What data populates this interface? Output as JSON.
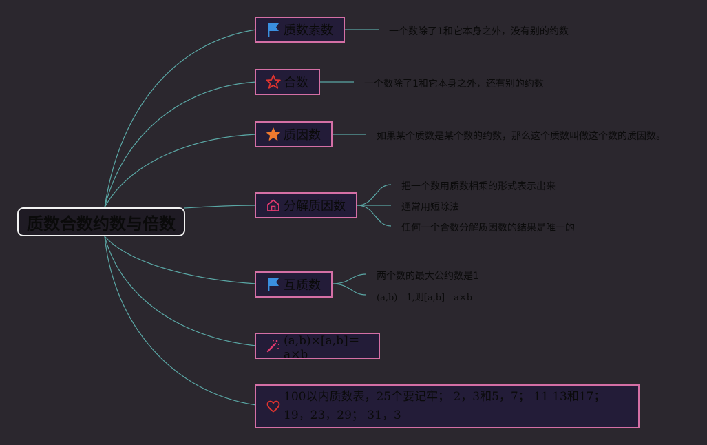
{
  "root": {
    "label": "质数合数约数与倍数"
  },
  "colors": {
    "link": "#5aa7a5",
    "border": "#d46fa5",
    "node_bg": "#231c38",
    "background": "#2b272e"
  },
  "nodes": [
    {
      "label": "质数素数",
      "icon": "flag-icon",
      "notes": [
        "一个数除了1和它本身之外，没有别的约数"
      ]
    },
    {
      "label": "合数",
      "icon": "star-outline-icon",
      "notes": [
        "一个数除了1和它本身之外，还有别的约数"
      ]
    },
    {
      "label": "质因数",
      "icon": "star-filled-icon",
      "notes": [
        "如果某个质数是某个数的约数，那么这个质数叫做这个数的质因数。"
      ]
    },
    {
      "label": "分解质因数",
      "icon": "house-icon",
      "notes": [
        "把一个数用质数相乘的形式表示出来",
        "通常用短除法",
        "任何一个合数分解质因数的结果是唯一的"
      ]
    },
    {
      "label": "互质数",
      "icon": "flag-icon",
      "notes": [
        "两个数的最大公约数是1",
        "(a,b)＝1,则[a,b]＝a×b"
      ]
    },
    {
      "label": "(a,b)×[a,b]＝a×b",
      "icon": "magic-wand-icon",
      "notes": []
    },
    {
      "label": "100以内质数表，25个要记牢； 2，3和5，7； 11 13和17； 19，23，29； 31，3",
      "icon": "heart-icon",
      "notes": []
    }
  ]
}
